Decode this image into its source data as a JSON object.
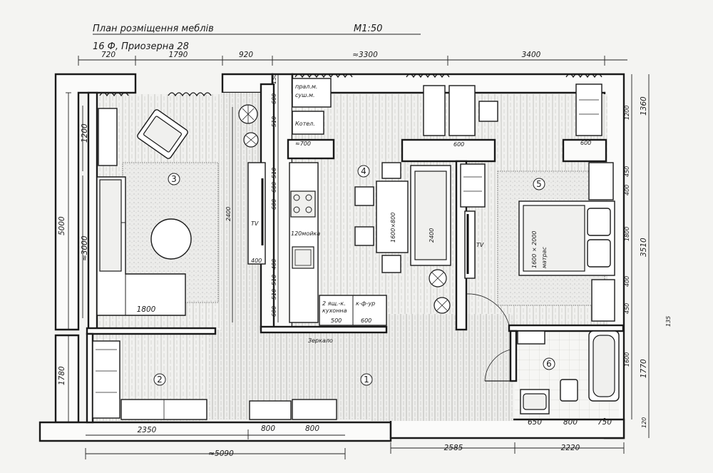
{
  "header": {
    "title": "План розміщення меблів",
    "scale": "М1:50",
    "address": "16 Ф, Приозерна 28"
  },
  "rooms": [
    {
      "id": "living",
      "number": "3"
    },
    {
      "id": "kitchen",
      "number": "4"
    },
    {
      "id": "bedroom",
      "number": "5"
    },
    {
      "id": "wardrobe",
      "number": "2"
    },
    {
      "id": "hall",
      "number": "1"
    },
    {
      "id": "bath",
      "number": "6"
    }
  ],
  "dimensions": {
    "top": [
      "720",
      "1790",
      "920",
      "≈3300",
      "3400"
    ],
    "bottom_outer": "≈5090",
    "bottom_1": [
      "2350",
      "800",
      "800"
    ],
    "bottom_2": [
      "2585",
      "2220"
    ],
    "bottom_bath": [
      "650",
      "800",
      "750"
    ],
    "left": [
      "5000",
      "1780"
    ],
    "left_inner": [
      "1200",
      "≈3000"
    ],
    "right_outer": [
      "1360",
      "3510",
      "135",
      "1770",
      "120"
    ],
    "right_inner": [
      "1200",
      "450",
      "400",
      "1800",
      "400",
      "450",
      "1600"
    ],
    "kitchen_col": [
      "150",
      "600",
      "510",
      "510",
      "600",
      "600",
      "400",
      "510",
      "510",
      "600"
    ],
    "misc": [
      "2400",
      "400",
      "≈700",
      "600",
      "600",
      "2400",
      "1800"
    ]
  },
  "labels": {
    "laundry_1": "прал.м.",
    "laundry_2": "суш.м.",
    "boiler": "Котел.",
    "tv_living": "TV",
    "tv_bed": "TV",
    "sink": "120мойка",
    "table": "1600×800",
    "bed": "1600 × 2000",
    "mattress": "матрас",
    "sofa_len": "1800",
    "drawer_1": "2 ящ.-к.",
    "drawer_2": "кухонна",
    "drawer_3": "к-ф-ур",
    "drawer_w1": "500",
    "drawer_w2": "600",
    "mirror": "Зеркало"
  }
}
